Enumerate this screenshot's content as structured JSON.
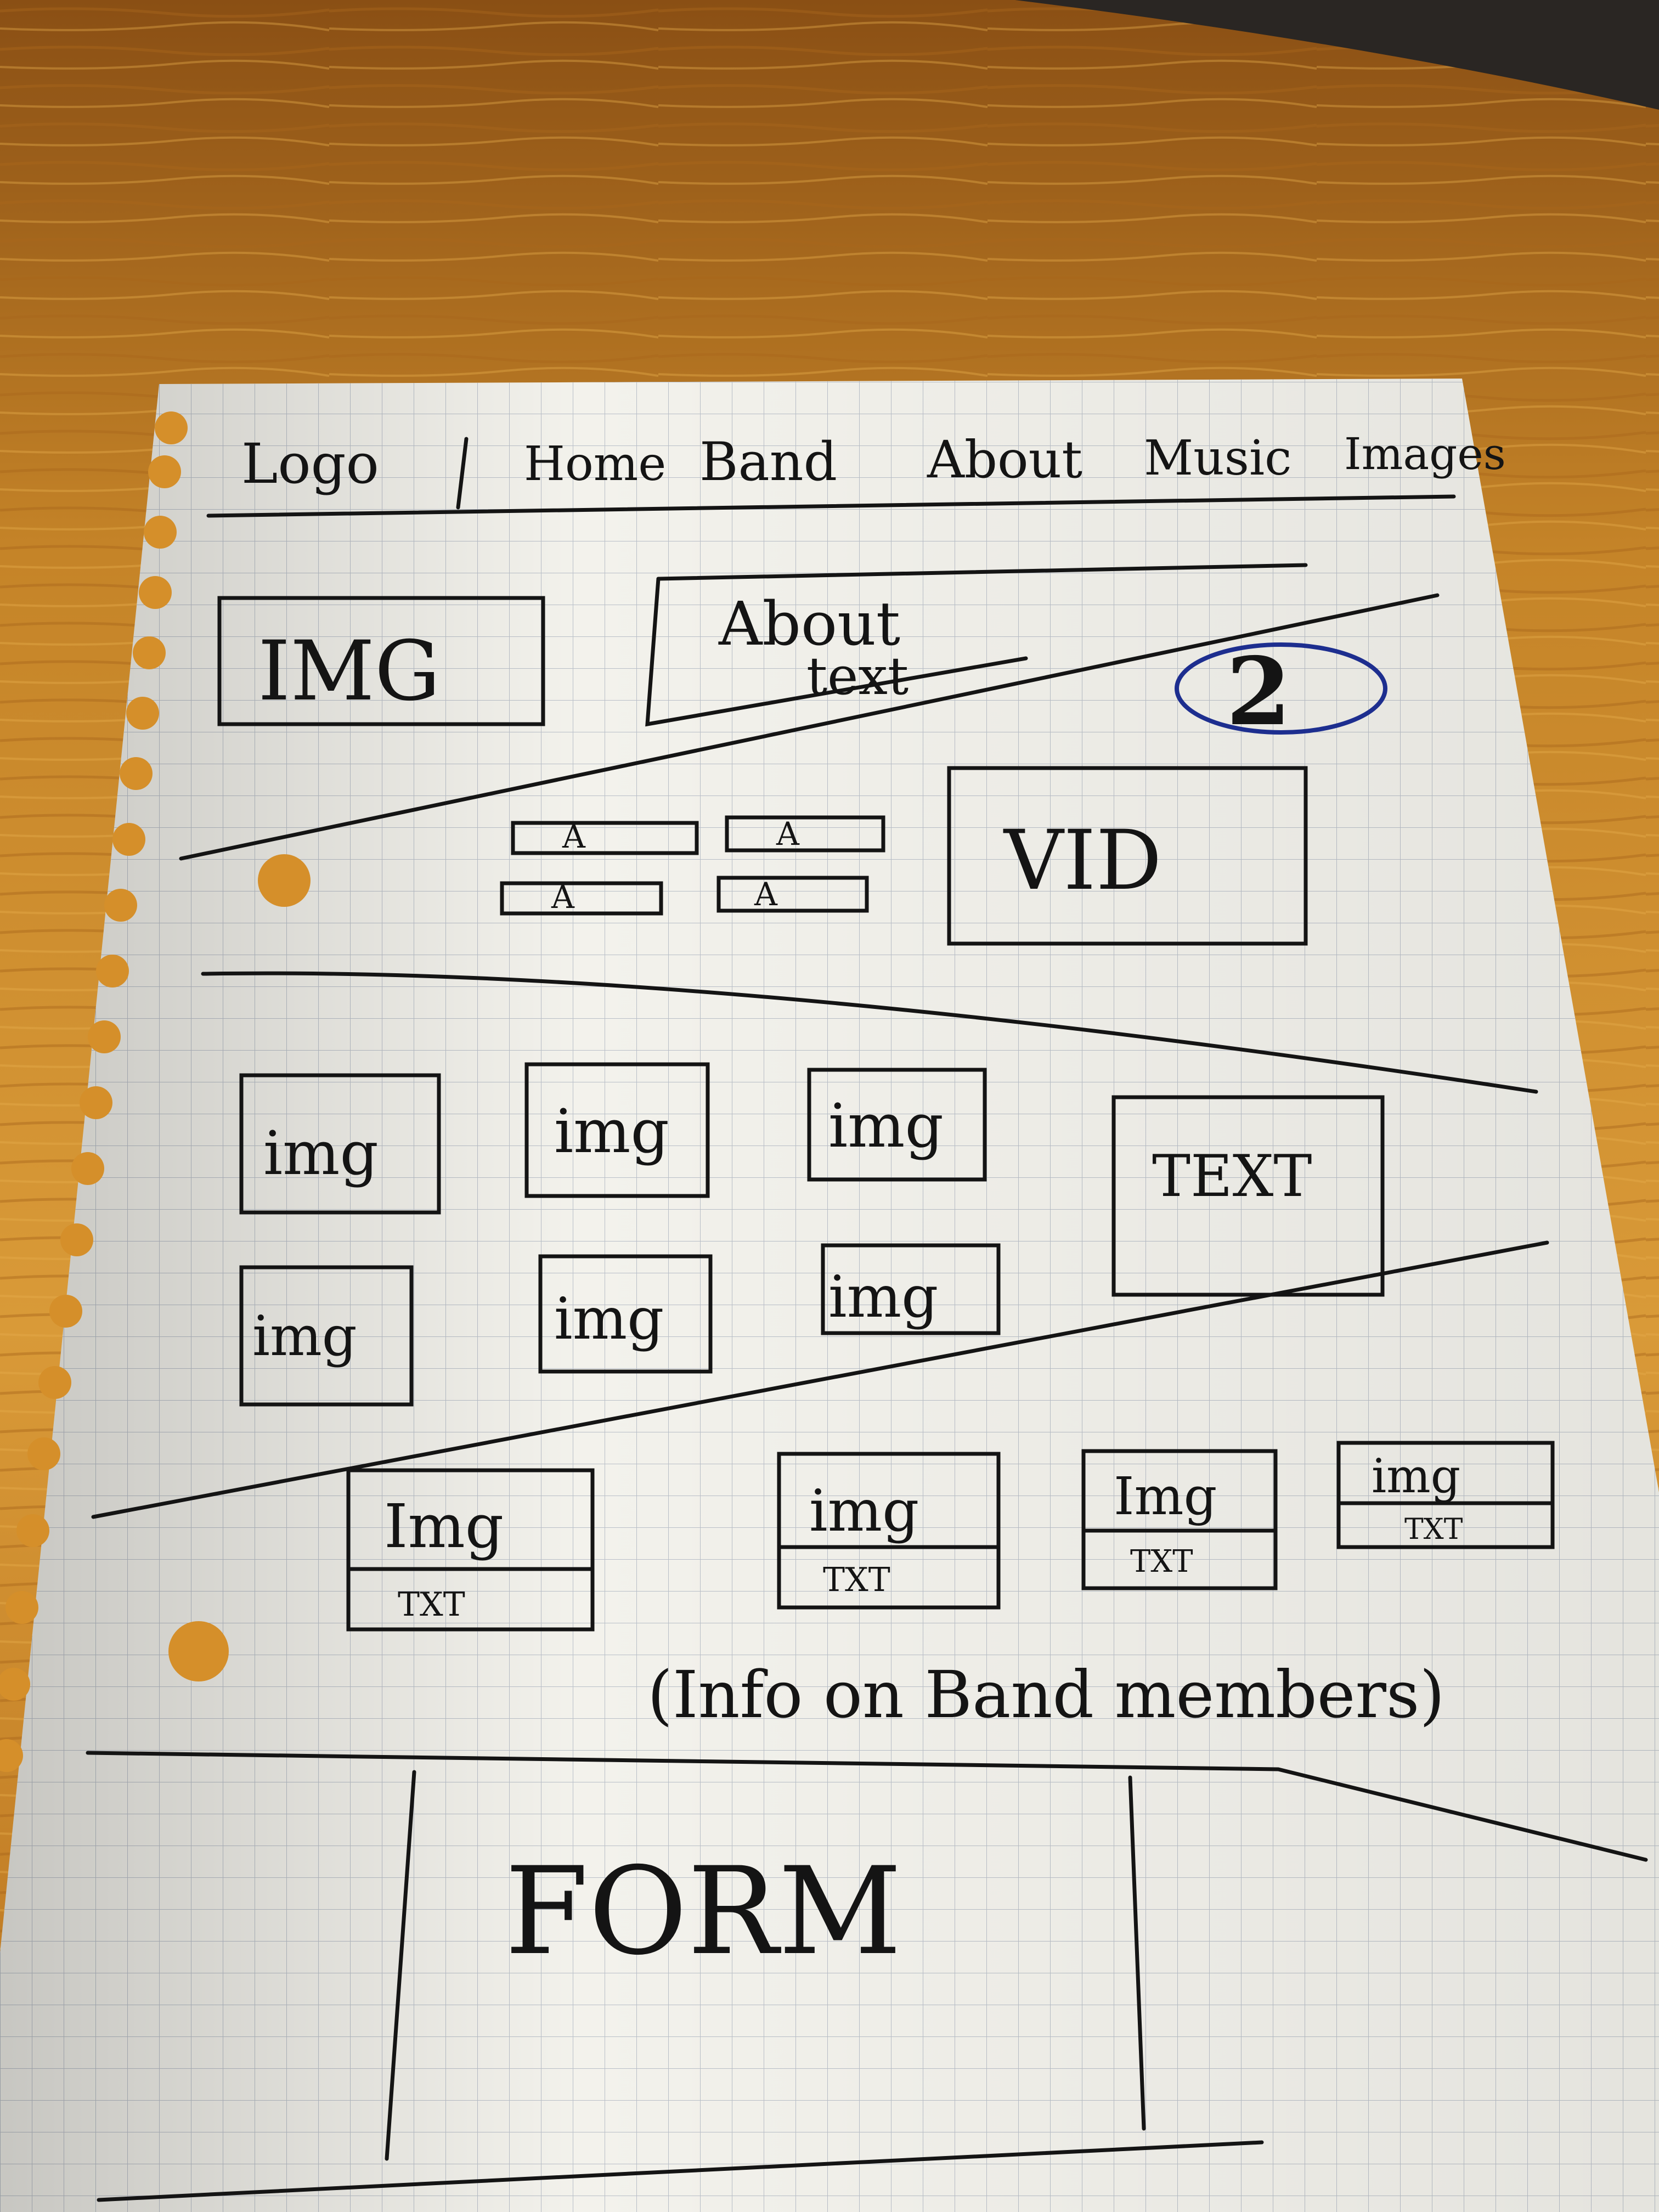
{
  "sketch": {
    "nav": {
      "logo": "Logo",
      "items": [
        "Home",
        "Band",
        "About",
        "Music",
        "Images"
      ]
    },
    "hero": {
      "img_label": "IMG",
      "about_line1": "About",
      "about_line2": "text"
    },
    "section_number": "2",
    "media": {
      "buttons": [
        "A",
        "A",
        "A",
        "A"
      ],
      "video_label": "VID"
    },
    "gallery": {
      "img_label": "img",
      "text_label": "TEXT"
    },
    "members": {
      "cards": [
        {
          "img": "Img",
          "txt": "TXT"
        },
        {
          "img": "img",
          "txt": "TXT"
        },
        {
          "img": "Img",
          "txt": "TXT"
        },
        {
          "img": "img",
          "txt": "TXT"
        }
      ],
      "note": "(Info on Band members)"
    },
    "form_label": "FORM"
  },
  "colors": {
    "wood": "#c98a2c",
    "paper": "#f3f2ec",
    "grid": "#b9bfc8",
    "ink": "#141414",
    "blue_ink": "#1d2e8f"
  }
}
